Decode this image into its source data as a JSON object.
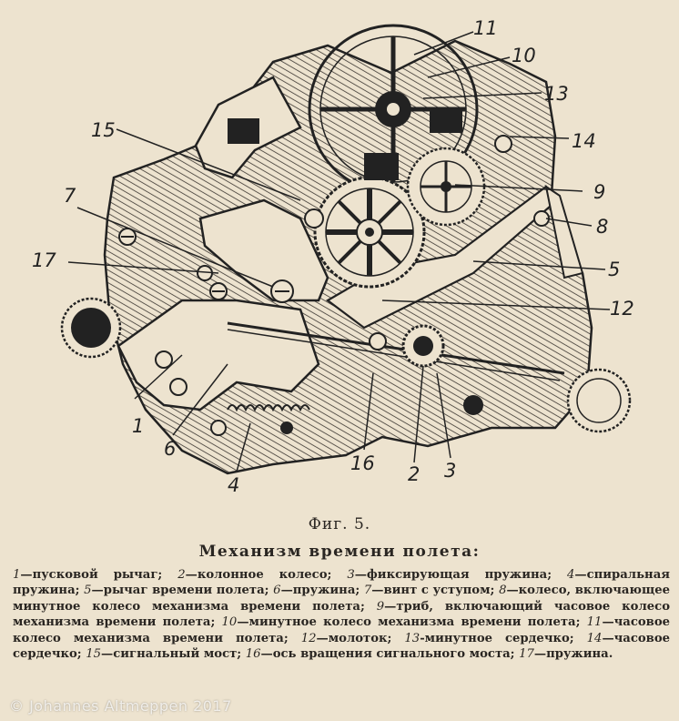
{
  "figure": {
    "label": "Фиг. 5.",
    "title": "Механизм времени полета:"
  },
  "callouts": [
    "1",
    "2",
    "3",
    "4",
    "5",
    "6",
    "7",
    "8",
    "9",
    "10",
    "11",
    "12",
    "13",
    "14",
    "15",
    "16",
    "17"
  ],
  "legend": [
    {
      "num": "1",
      "text": "—пусковой рычаг; "
    },
    {
      "num": "2",
      "text": "—колонное колесо; "
    },
    {
      "num": "3",
      "text": "—фиксирующая пружина; "
    },
    {
      "num": "4",
      "text": "—спиральная пружина; "
    },
    {
      "num": "5",
      "text": "—рычаг времени полета; "
    },
    {
      "num": "6",
      "text": "—пружина; "
    },
    {
      "num": "7",
      "text": "—винт с уступом; "
    },
    {
      "num": "8",
      "text": "—колесо, включающее минутное колесо механизма времени полета; "
    },
    {
      "num": "9",
      "text": "—триб, включающий часовое колесо механизма времени полета; "
    },
    {
      "num": "10",
      "text": "—минутное колесо механизма времени полета; "
    },
    {
      "num": "11",
      "text": "—часовое колесо механизма времени полета; "
    },
    {
      "num": "12",
      "text": "—молоток; "
    },
    {
      "num": "13",
      "text": "-минутное сердечко; "
    },
    {
      "num": "14",
      "text": "—часовое сердечко; "
    },
    {
      "num": "15",
      "text": "—сигнальный мост; "
    },
    {
      "num": "16",
      "text": "—ось вращения сигнального моста; "
    },
    {
      "num": "17",
      "text": "—пружина."
    }
  ],
  "copyright": "© Johannes Altmeppen 2017",
  "colors": {
    "paper": "#ede3cf",
    "ink": "#222222",
    "hatch": "#3a3530"
  }
}
